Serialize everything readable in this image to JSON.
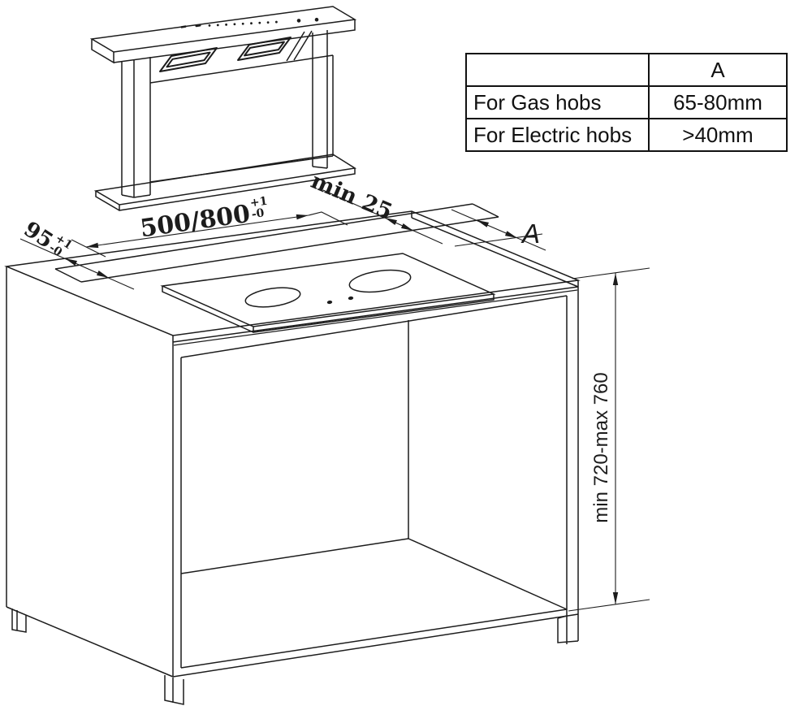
{
  "table": {
    "col_header": "A",
    "rows": [
      {
        "label": "For Gas hobs",
        "value": "65-80mm"
      },
      {
        "label": "For Electric hobs",
        "value": ">40mm"
      }
    ]
  },
  "dimensions": {
    "cutout_width": {
      "value": "500/800",
      "tol_plus": "+1",
      "tol_minus": "-0"
    },
    "cutout_depth": {
      "value": "95",
      "tol_plus": "+1",
      "tol_minus": "-0"
    },
    "hob_clearance": "min 25",
    "hood_hob_gap": "A",
    "cabinet_height": "min 720-max 760"
  }
}
